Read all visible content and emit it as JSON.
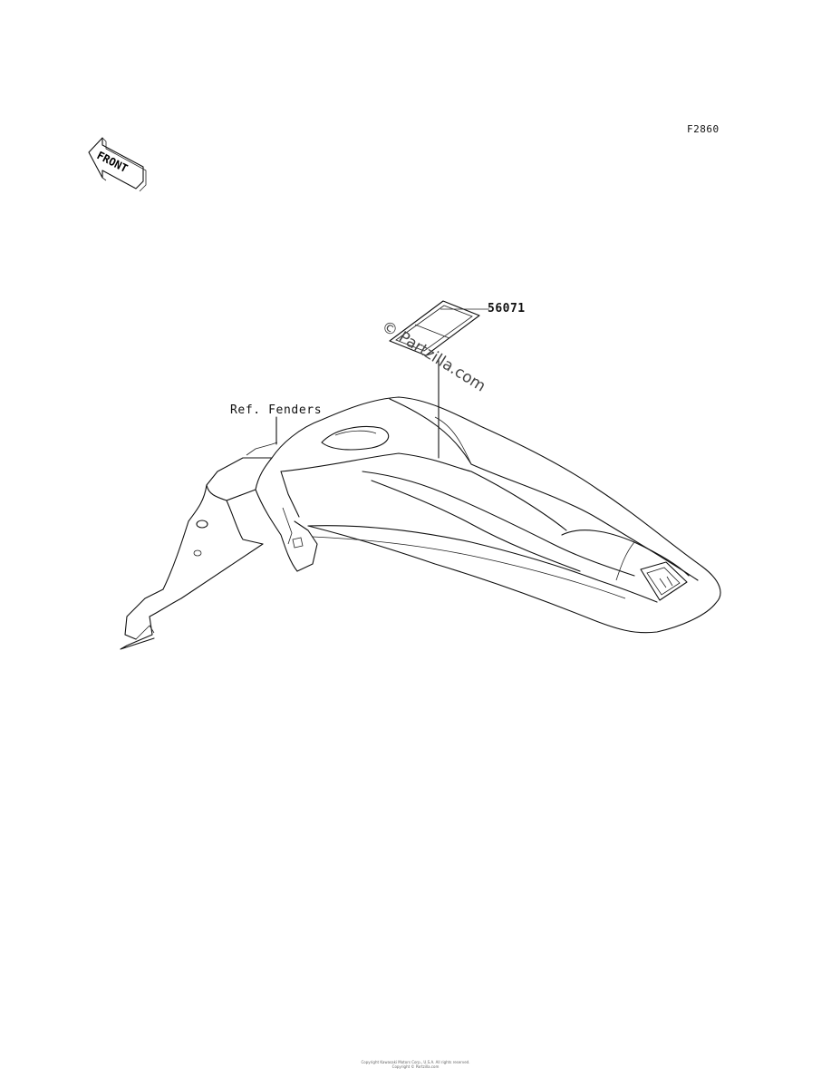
{
  "figure_code": "F2860",
  "front_arrow_text": "FRONT",
  "callouts": {
    "decal_part": "56071",
    "fender_ref": "Ref. Fenders"
  },
  "watermark": "© Partzilla.com",
  "footer": {
    "line1": "Copyright Kawasaki Motors Corp., U.S.A. All rights reserved.",
    "line2": "Copyright © Partzilla.com"
  },
  "colors": {
    "ink": "#111111",
    "background": "#ffffff"
  }
}
